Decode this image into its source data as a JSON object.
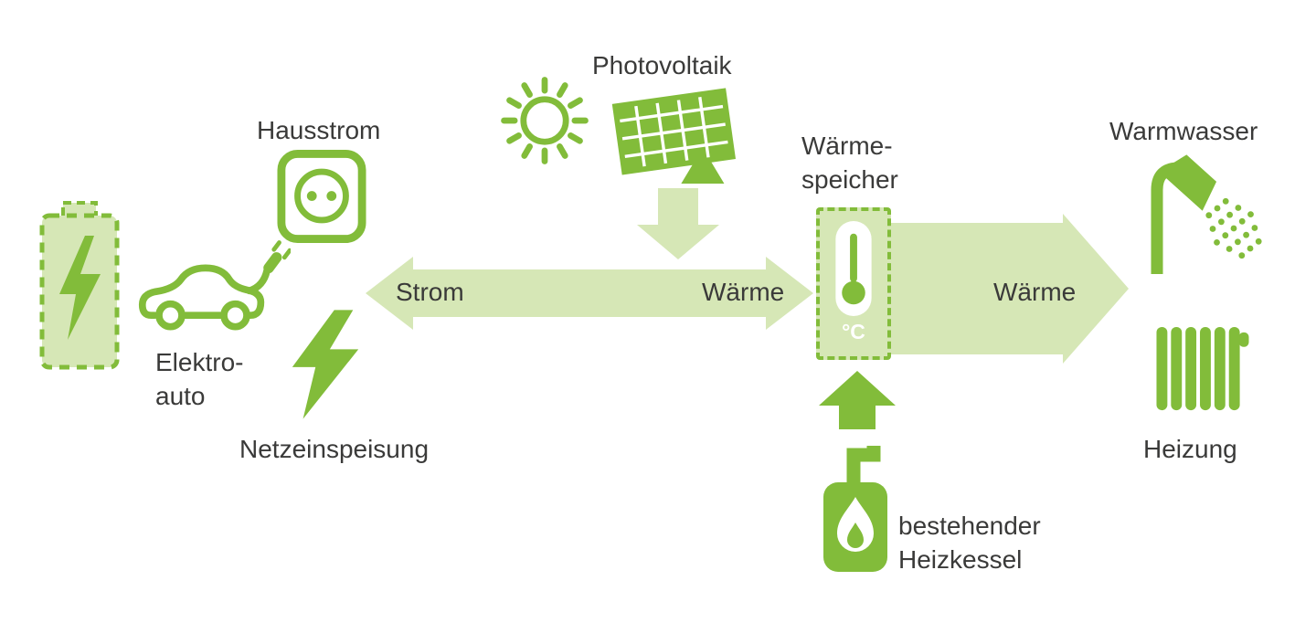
{
  "colors": {
    "green": "#82BC3A",
    "light_green": "#D6E7B6",
    "text": "#3A3A39",
    "background": "#FFFFFF"
  },
  "labels": {
    "hausstrom": "Hausstrom",
    "photovoltaik": "Photovoltaik",
    "waermespeicher_line1": "Wärme-",
    "waermespeicher_line2": "speicher",
    "warmwasser": "Warmwasser",
    "elektroauto_line1": "Elektro-",
    "elektroauto_line2": "auto",
    "netzeinspeisung": "Netzeinspeisung",
    "heizung": "Heizung",
    "heizkessel_line1": "bestehender",
    "heizkessel_line2": "Heizkessel",
    "celsius": "°C"
  },
  "flows": {
    "strom": "Strom",
    "waerme_in": "Wärme",
    "waerme_out": "Wärme"
  },
  "icons": [
    "battery-icon",
    "electric-car-icon",
    "power-socket-icon",
    "lightning-bolt-icon",
    "sun-icon",
    "solar-panel-icon",
    "pv-down-arrow",
    "bidirectional-flow-arrow",
    "thermometer-icon",
    "heat-right-arrow",
    "boiler-up-arrow",
    "boiler-flame-icon",
    "shower-icon",
    "radiator-icon"
  ]
}
